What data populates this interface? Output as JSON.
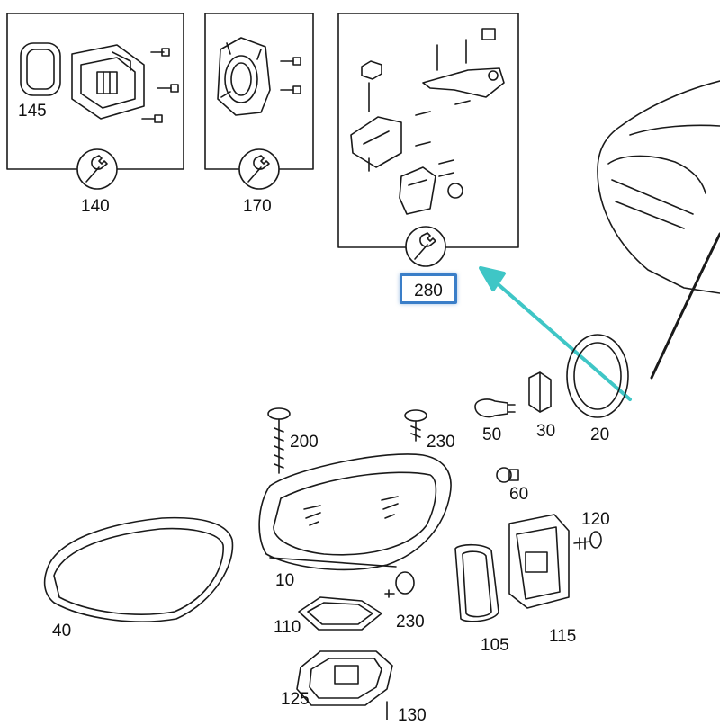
{
  "labels": {
    "p145": "145",
    "p140": "140",
    "p170": "170",
    "p280": "280",
    "p200": "200",
    "p230a": "230",
    "p50": "50",
    "p30": "30",
    "p20": "20",
    "p60": "60",
    "p120": "120",
    "p10": "10",
    "p40": "40",
    "p110": "110",
    "p230b": "230",
    "p105": "105",
    "p115": "115",
    "p125": "125",
    "p130": "130"
  },
  "colors": {
    "line": "#1a1a1a",
    "highlight": "#3a7ec8",
    "arrow": "#3fc6c6"
  },
  "icons": {
    "service": "wrench-icon"
  }
}
